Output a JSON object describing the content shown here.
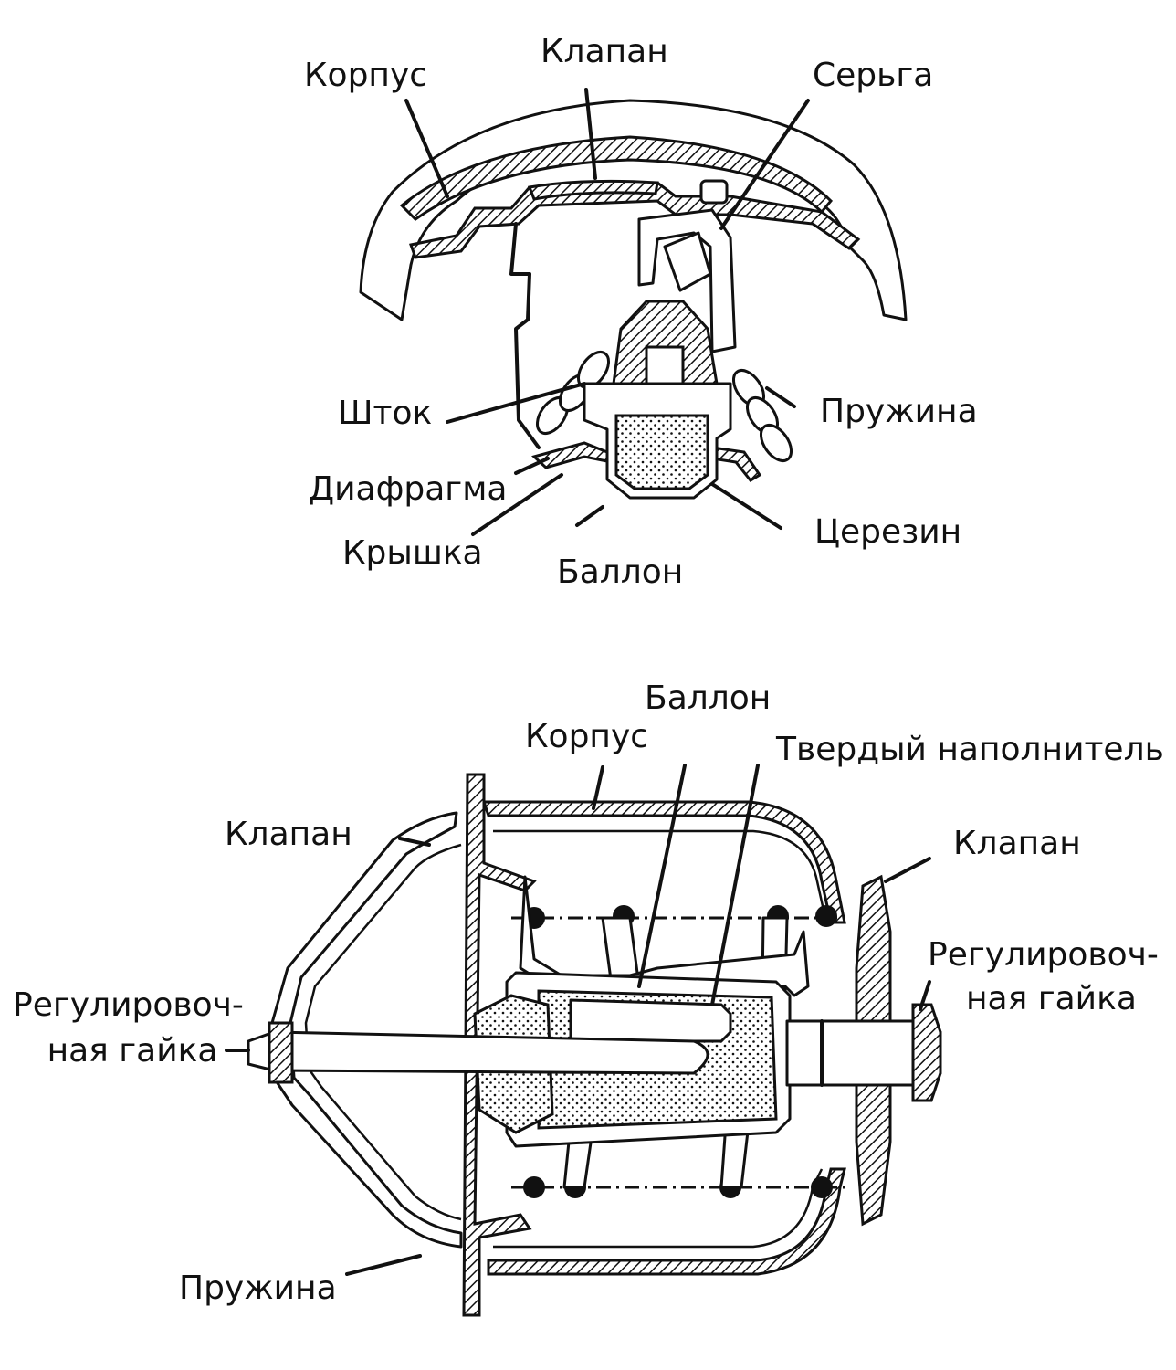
{
  "top_figure": {
    "labels": {
      "korpus": "Корпус",
      "klapan": "Клапан",
      "serga": "Серьга",
      "shtok": "Шток",
      "pruzhina": "Пружина",
      "diafragma": "Диафрагма",
      "kryshka": "Крышка",
      "tserezin": "Церезин",
      "ballon": "Баллон"
    }
  },
  "bottom_figure": {
    "labels": {
      "ballon": "Баллон",
      "korpus": "Корпус",
      "tverdyi": "Твердый наполнитель",
      "klapan_left": "Клапан",
      "klapan_right": "Клапан",
      "reg_left_1": "Регулировоч-",
      "reg_left_2": "ная гайка",
      "reg_right_1": "Регулировоч-",
      "reg_right_2": "ная гайка",
      "pruzhina": "Пружина"
    }
  }
}
